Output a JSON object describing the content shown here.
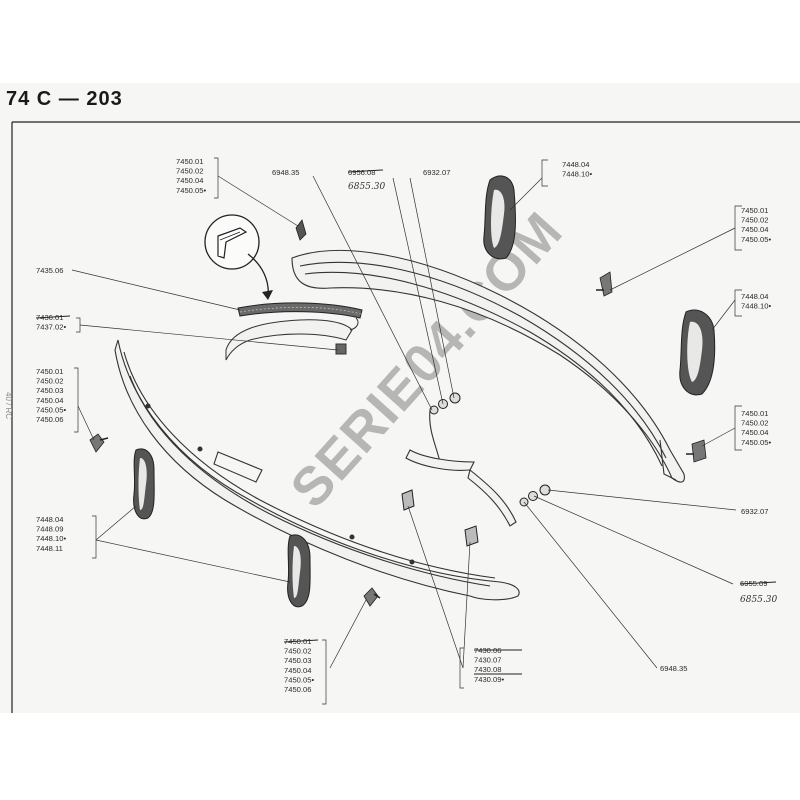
{
  "title": "74 C — 203",
  "side_mark": "40 / RC",
  "watermark": "SERIE04.COM",
  "groups": {
    "g_top_left": [
      "7450.01",
      "7450.02",
      "7450.04",
      "7450.05•"
    ],
    "g_seal": [
      "7435.06"
    ],
    "g_bracket": [
      "7436.01",
      "7437.02•"
    ],
    "g_left_bolts": [
      "7450.01",
      "7450.02",
      "7450.03",
      "7450.04",
      "7450.05•",
      "7450.06"
    ],
    "g_left_overriders": [
      "7448.04",
      "7448.09",
      "7448.10•",
      "7448.11"
    ],
    "g_bottom_bolt": [
      "7450.01",
      "7450.02",
      "7450.03",
      "7450.04",
      "7450.05•",
      "7450.06"
    ],
    "g_top_center_a": [
      "6948.35"
    ],
    "g_top_center_b": [
      "6956.08"
    ],
    "g_top_center_b_hand": [
      "6855.30"
    ],
    "g_top_center_c": [
      "6932.07"
    ],
    "g_top_right_overrider": [
      "7448.04",
      "7448.10•"
    ],
    "g_right_bolt_1": [
      "7450.01",
      "7450.02",
      "7450.04",
      "7450.05•"
    ],
    "g_right_overrider": [
      "7448.04",
      "7448.10•"
    ],
    "g_right_bolt_2": [
      "7450.01",
      "7450.02",
      "7450.04",
      "7450.05•"
    ],
    "g_right_nut": [
      "6932.07"
    ],
    "g_right_washer": [
      "6955.09"
    ],
    "g_right_washer_hand": [
      "6855.30"
    ],
    "g_right_spring": [
      "6948.35"
    ],
    "g_plates": [
      "7430.06",
      "7430.07",
      "7430.08",
      "7430.09•"
    ]
  }
}
